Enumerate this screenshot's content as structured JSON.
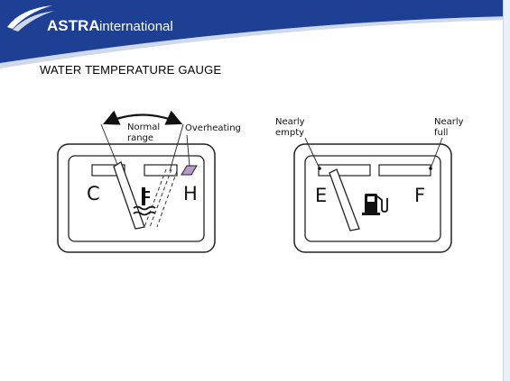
{
  "header": {
    "brand": "ASTRA",
    "brand_sub": "international",
    "colors": {
      "navy": "#1d3f94",
      "light_blue": "#cfd9ea"
    }
  },
  "slide": {
    "title": "WATER TEMPERATURE GAUGE"
  },
  "temp_gauge": {
    "normal_label_1": "Normal",
    "normal_label_2": "range",
    "overheat_label": "Overheating",
    "cold_letter": "C",
    "hot_letter": "H",
    "overheat_color": "#b49ac8",
    "icon": "thermometer-water-icon"
  },
  "fuel_gauge": {
    "empty_label_1": "Nearly",
    "empty_label_2": "empty",
    "full_label_1": "Nearly",
    "full_label_2": "full",
    "empty_letter": "E",
    "full_letter": "F",
    "icon": "fuel-pump-icon"
  }
}
